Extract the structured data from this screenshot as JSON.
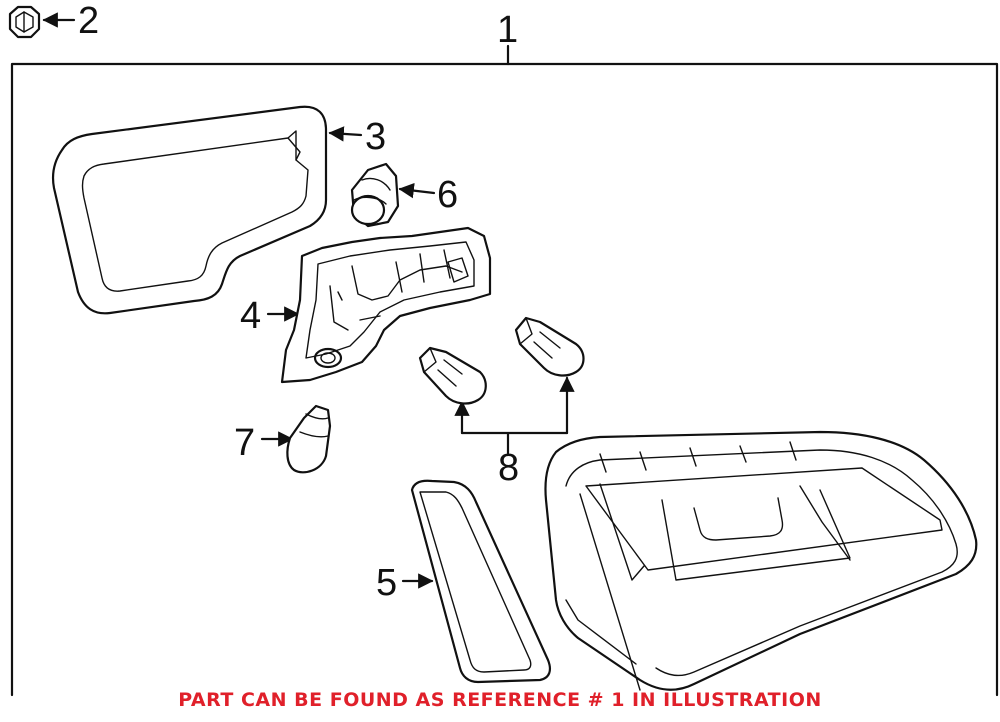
{
  "callouts": {
    "c1": "1",
    "c2": "2",
    "c3": "3",
    "c4": "4",
    "c5": "5",
    "c6": "6",
    "c7": "7",
    "c8": "8"
  },
  "note": "PART CAN BE FOUND AS REFERENCE # 1 IN ILLUSTRATION",
  "colors": {
    "note": "#e0202a",
    "line": "#111111",
    "background": "#ffffff"
  }
}
